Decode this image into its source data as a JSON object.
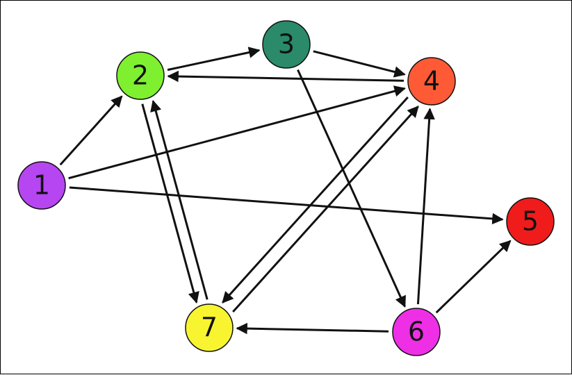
{
  "graph": {
    "nodes": [
      {
        "id": "1",
        "label": "1",
        "color": "#b645f2"
      },
      {
        "id": "2",
        "label": "2",
        "color": "#7ef030"
      },
      {
        "id": "3",
        "label": "3",
        "color": "#2a8a6a"
      },
      {
        "id": "4",
        "label": "4",
        "color": "#ff5a36"
      },
      {
        "id": "5",
        "label": "5",
        "color": "#f01c1c"
      },
      {
        "id": "6",
        "label": "6",
        "color": "#ee2fe6"
      },
      {
        "id": "7",
        "label": "7",
        "color": "#f8f530"
      }
    ],
    "edges": [
      {
        "from": "1",
        "to": "2"
      },
      {
        "from": "1",
        "to": "4"
      },
      {
        "from": "1",
        "to": "5"
      },
      {
        "from": "2",
        "to": "3"
      },
      {
        "from": "4",
        "to": "2"
      },
      {
        "from": "3",
        "to": "4"
      },
      {
        "from": "3",
        "to": "6"
      },
      {
        "from": "2",
        "to": "7"
      },
      {
        "from": "7",
        "to": "2"
      },
      {
        "from": "7",
        "to": "4"
      },
      {
        "from": "4",
        "to": "7"
      },
      {
        "from": "6",
        "to": "4"
      },
      {
        "from": "6",
        "to": "5"
      },
      {
        "from": "6",
        "to": "7"
      }
    ]
  }
}
